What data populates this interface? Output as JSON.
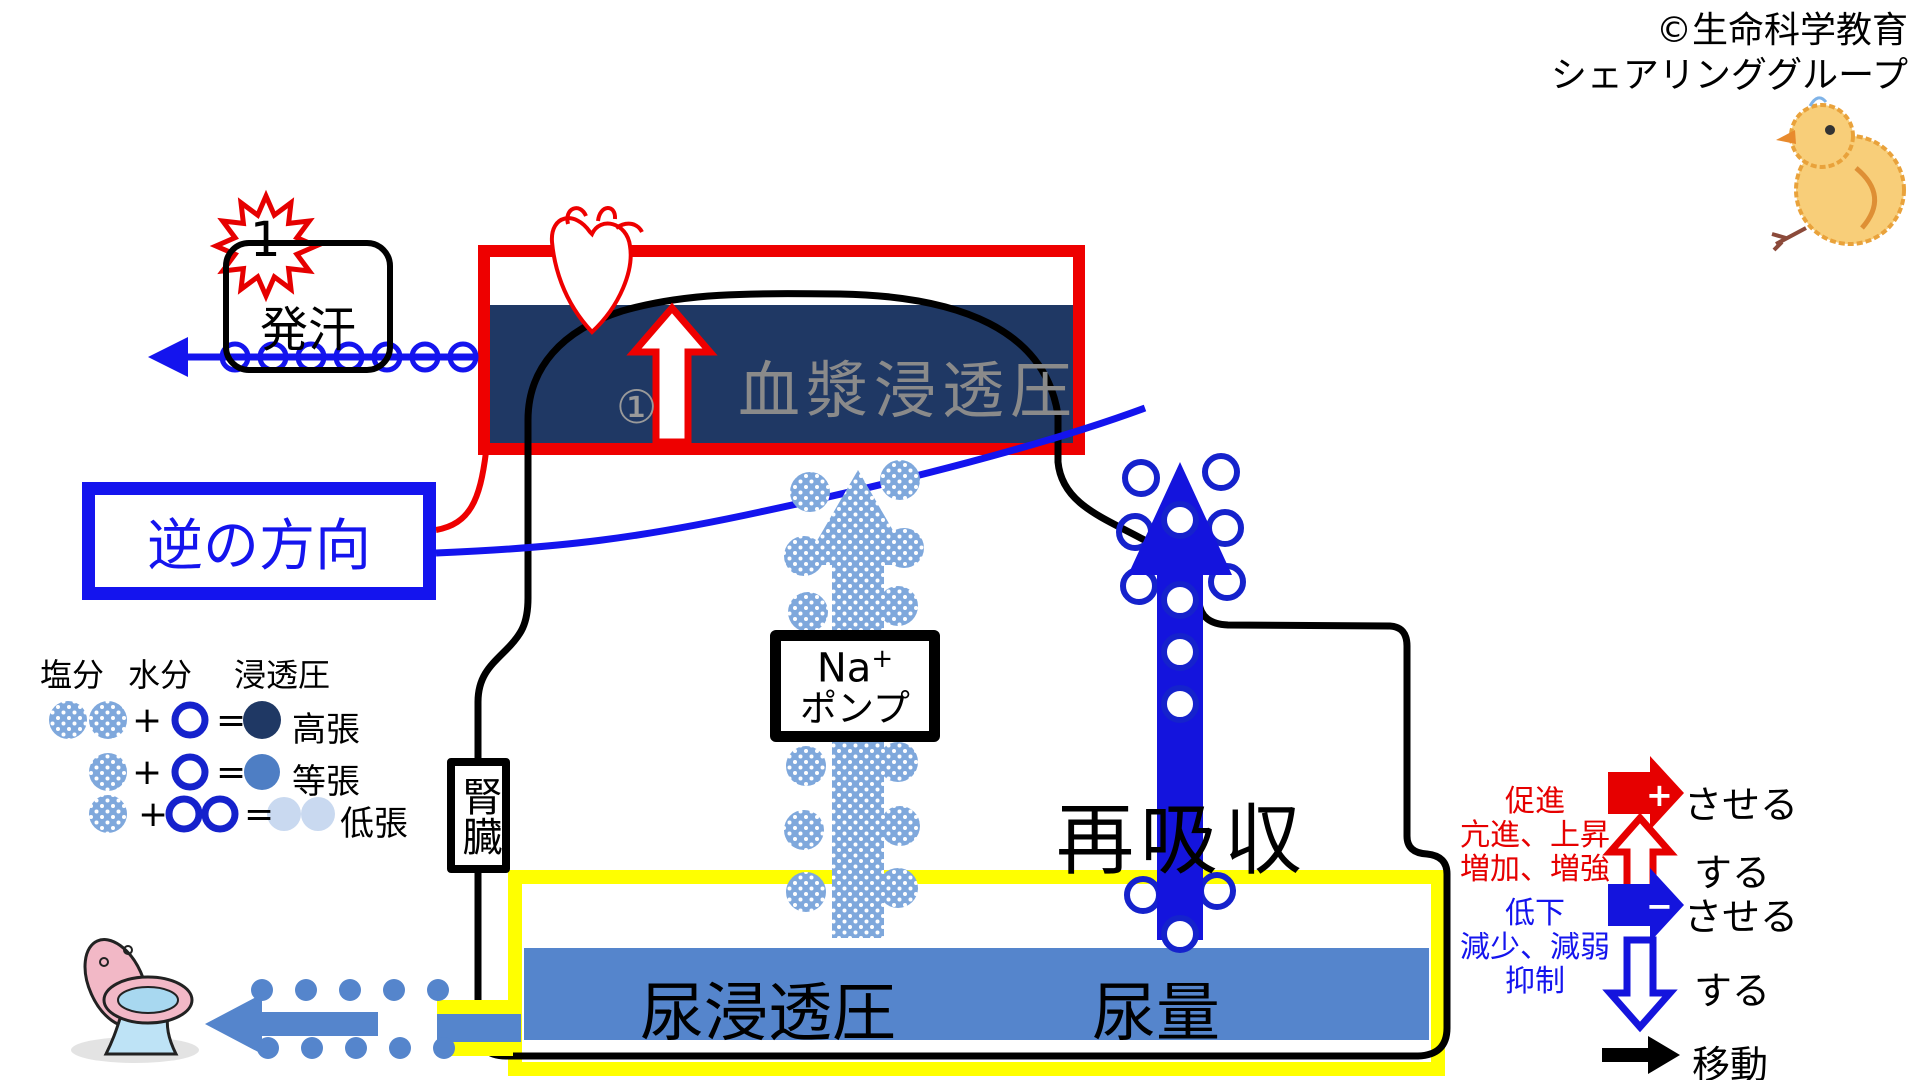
{
  "copyright": {
    "line1": "©生命科学教育",
    "line2": "シェアリンググループ"
  },
  "sweat": {
    "badge": "1",
    "label": "発汗"
  },
  "plasma": {
    "step": "①",
    "label": "血漿浸透圧"
  },
  "reverse": {
    "label": "逆の方向"
  },
  "legend_left": {
    "col_salt": "塩分",
    "col_water": "水分",
    "col_osmo": "浸透圧",
    "plus": "+",
    "equals": "=",
    "rows": [
      {
        "label": "高張"
      },
      {
        "label": "等張"
      },
      {
        "label": "低張"
      }
    ]
  },
  "kidney": {
    "label": "腎臓"
  },
  "na_pump": {
    "symbol": "Na",
    "charge": "+",
    "word": "ポンプ"
  },
  "reabsorption": {
    "label": "再吸収"
  },
  "urine": {
    "osmotic": "尿浸透圧",
    "volume": "尿量"
  },
  "right_legend": {
    "increase": {
      "l1": "促進",
      "l2": "亢進、上昇",
      "l3": "増加、増強",
      "sign": "+",
      "cause": "させる",
      "do": "する"
    },
    "decrease": {
      "l1": "低下",
      "l2": "減少、減弱",
      "l3": "抑制",
      "sign": "−",
      "cause": "させる",
      "do": "する"
    },
    "move": {
      "label": "移動"
    }
  },
  "colors": {
    "red": "#EE0000",
    "blue": "#1414EE",
    "navy": "#1F3864",
    "band_blue": "#5585CC",
    "yellow": "#FFFF00",
    "dot_blue": "#7FA8DC",
    "gray_text": "#8A8A8A"
  }
}
